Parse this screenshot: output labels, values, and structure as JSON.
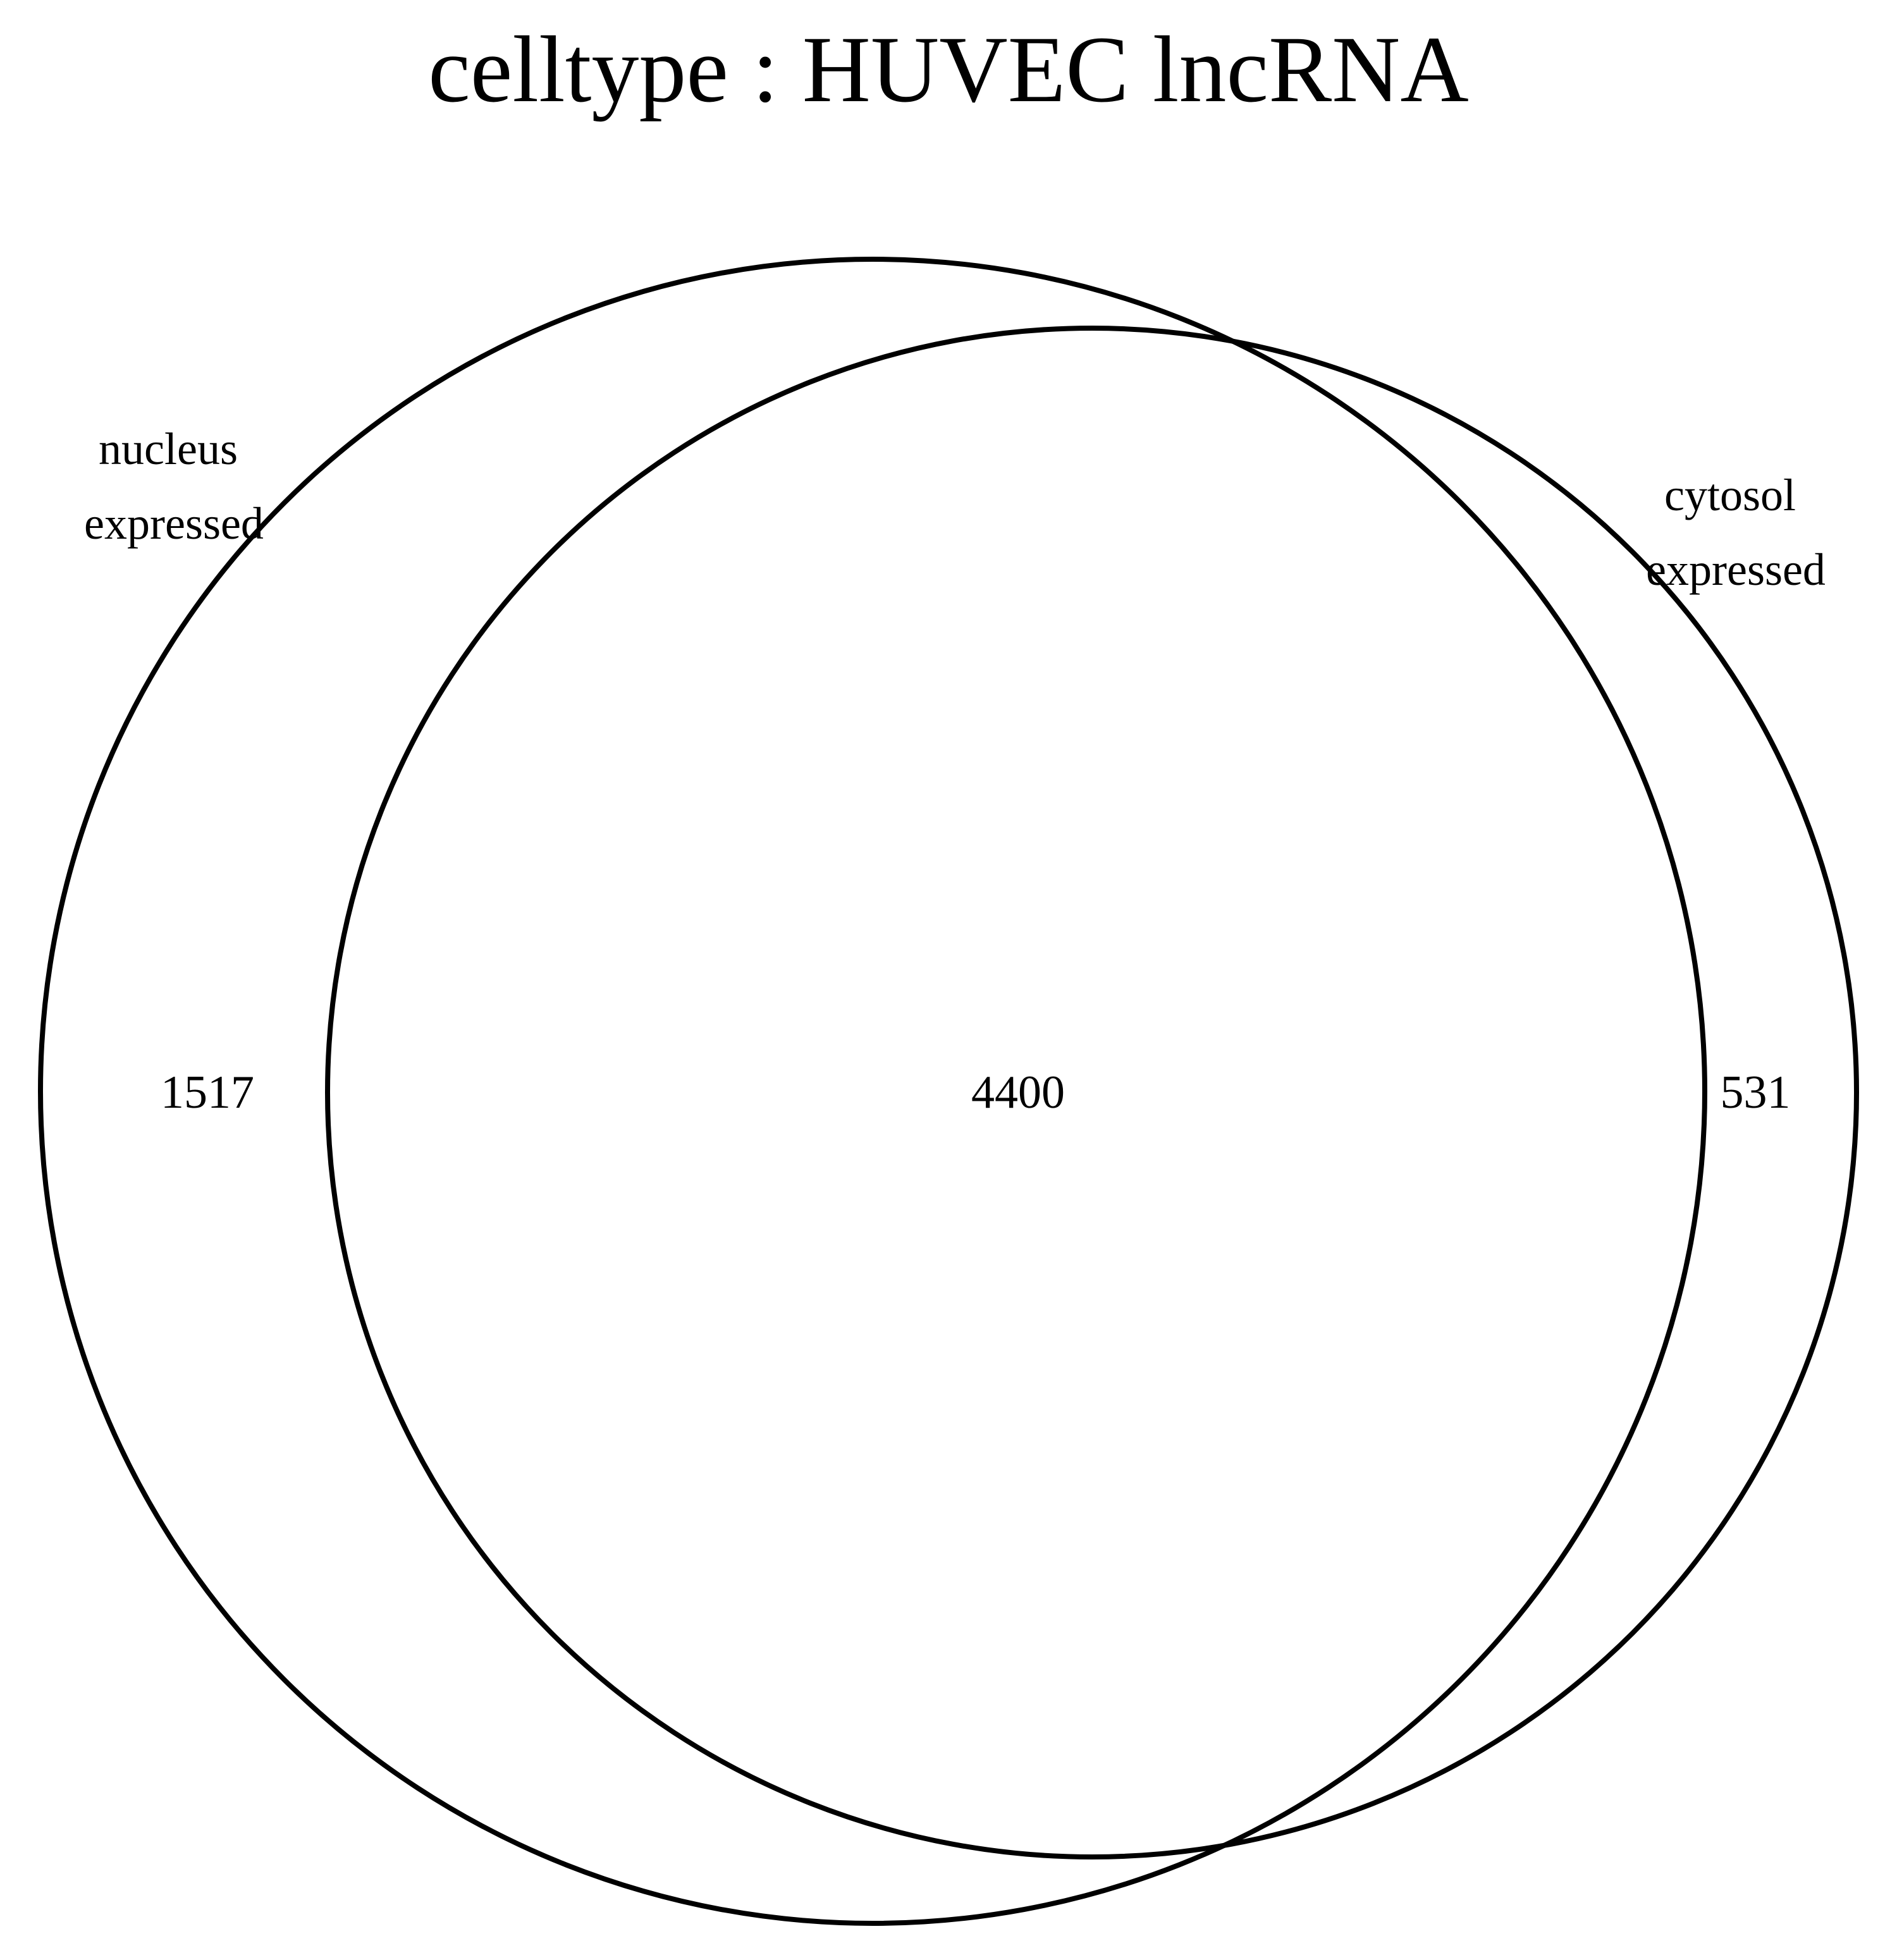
{
  "title": "celltype :  HUVEC  lncRNA",
  "venn": {
    "sets": [
      {
        "name_line1": "nucleus",
        "name_line2": "expressed",
        "only_count": "1517"
      },
      {
        "name_line1": "cytosol",
        "name_line2": "expressed",
        "only_count": "531"
      }
    ],
    "intersection_count": "4400",
    "stroke_color": "#000000",
    "background": "#ffffff"
  }
}
